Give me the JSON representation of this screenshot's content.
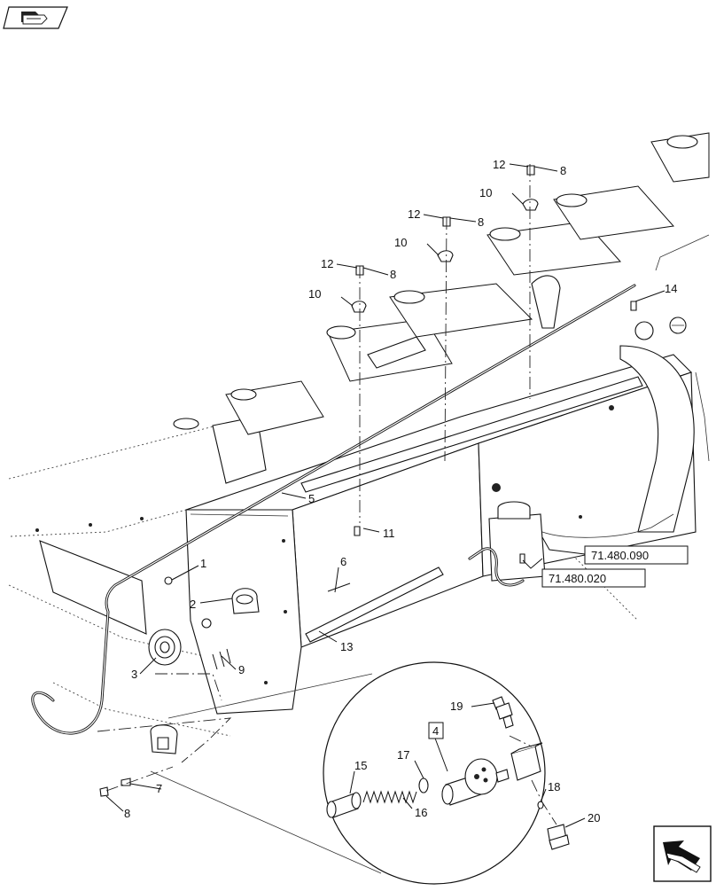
{
  "callouts": {
    "c1": "1",
    "c2": "2",
    "c3": "3",
    "c4": "4",
    "c5": "5",
    "c6": "6",
    "c7": "7",
    "c8a": "8",
    "c8b": "8",
    "c8c": "8",
    "c8d": "8",
    "c9": "9",
    "c10a": "10",
    "c10b": "10",
    "c10c": "10",
    "c11": "11",
    "c12a": "12",
    "c12b": "12",
    "c12c": "12",
    "c13": "13",
    "c14": "14",
    "c15": "15",
    "c16": "16",
    "c17": "17",
    "c18": "18",
    "c19": "19",
    "c20": "20"
  },
  "references": {
    "ref_a": "71.480.090",
    "ref_b": "71.480.020"
  },
  "icons": {
    "top_left": "book-with-arrow-icon",
    "bottom_right": "next-page-arrow-icon"
  }
}
